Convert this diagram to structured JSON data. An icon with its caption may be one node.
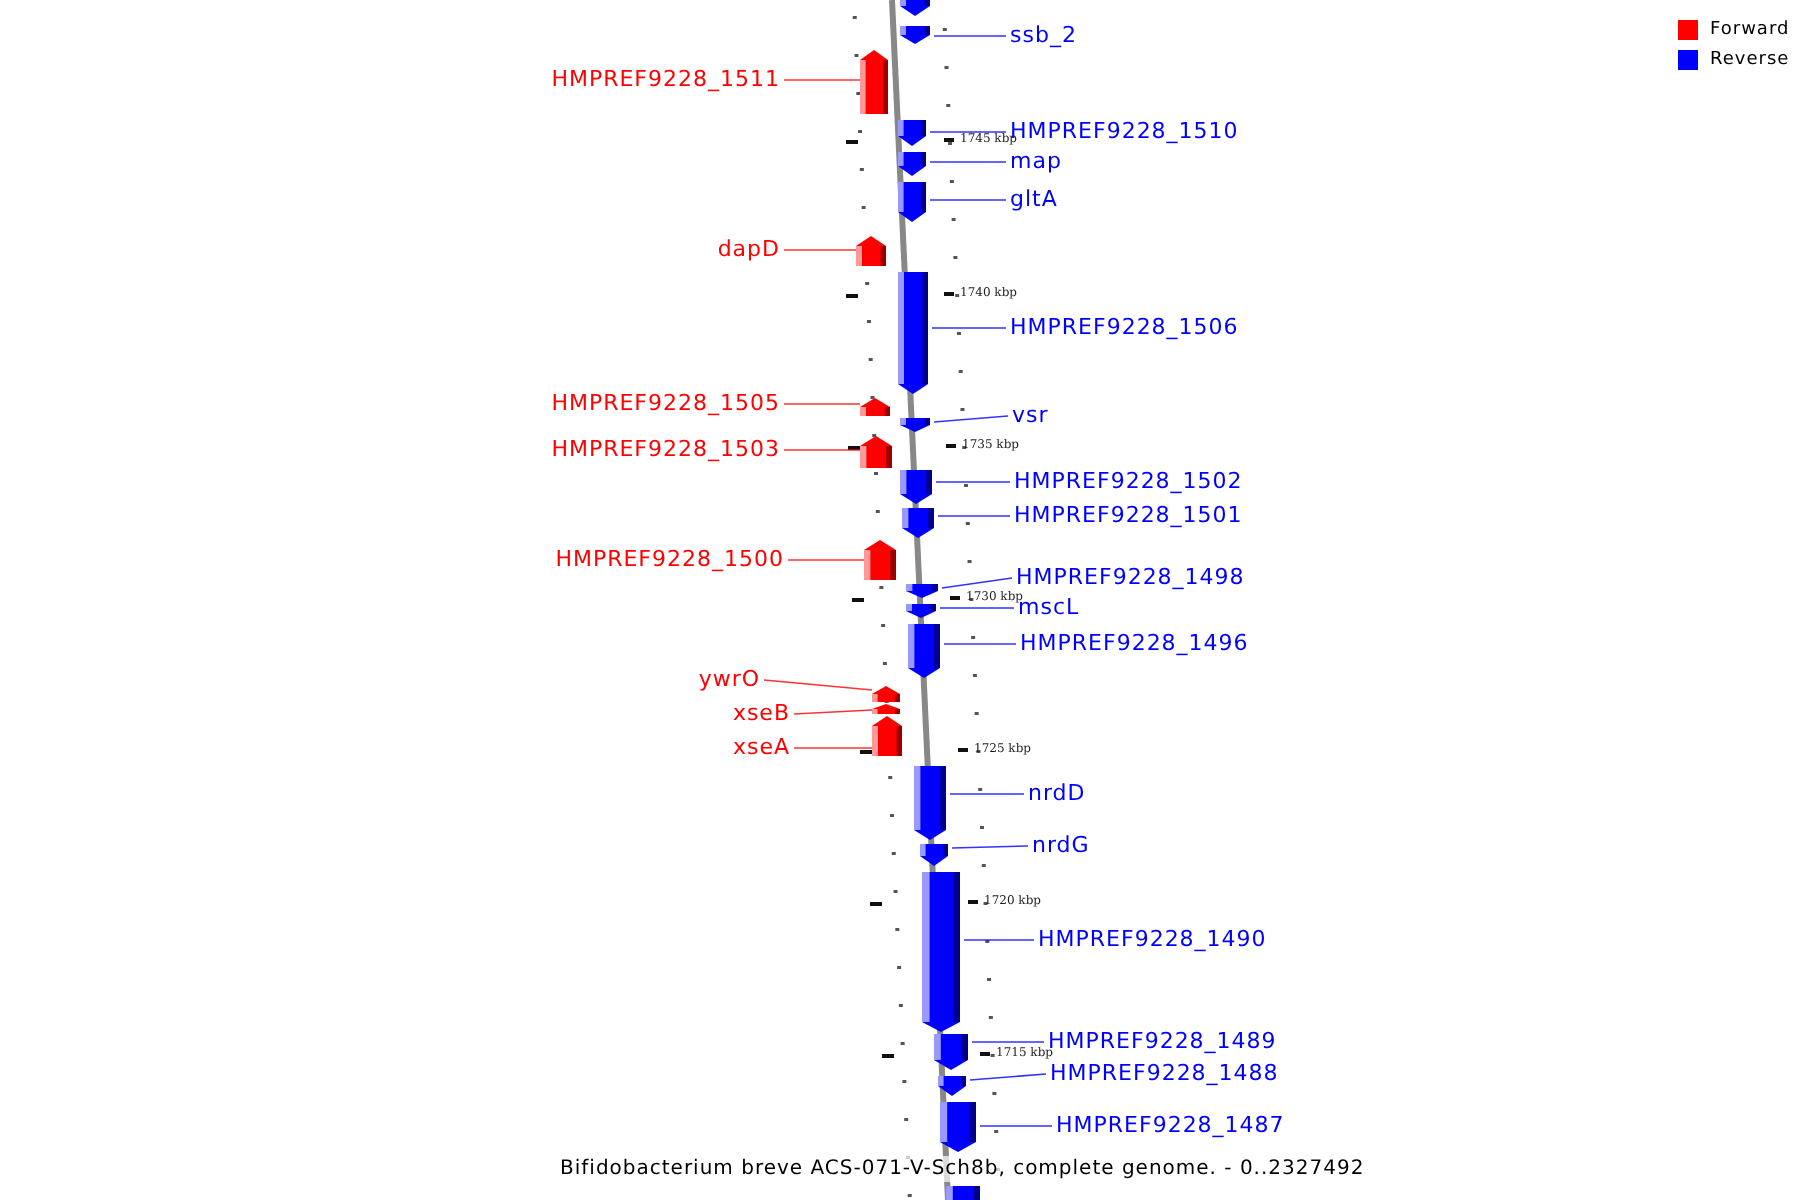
{
  "diagram": {
    "caption": "Bifidobacterium breve ACS-071-V-Sch8b, complete genome. - 0..2327492",
    "nodes": [
      {
        "text": [],
        "shape": "bar"
      },
      {
        "text": [
          "ssb_2"
        ]
      },
      {
        "text": [],
        "shape": "bar"
      },
      {
        "text": [
          "HMPREF9228_1511"
        ]
      },
      {
        "text": [],
        "shape": "bar"
      },
      {
        "text": [
          "HMPREF9228_1510"
        ]
      },
      {
        "text": [],
        "shape": "bar"
      },
      {
        "text": [
          "map"
        ]
      },
      {
        "text": [],
        "shape": "bar"
      },
      {
        "text": [
          "gltA"
        ]
      },
      {
        "text": [],
        "shape": "bar"
      },
      {
        "text": [
          "dapD"
        ]
      },
      {
        "text": [],
        "shape": "bar"
      },
      {
        "text": [
          "HMPREF9228_1506"
        ]
      },
      {
        "text": [],
        "shape": "bar"
      },
      {
        "text": [
          "HMPREF9228_1505"
        ]
      },
      {
        "text": [],
        "shape": "bar"
      },
      {
        "text": [
          "vsr"
        ]
      },
      {
        "text": [],
        "shape": "bar"
      },
      {
        "text": [
          "HMPREF9228_1503"
        ]
      },
      {
        "text": [],
        "shape": "bar"
      },
      {
        "text": [
          "HMPREF9228_1502"
        ]
      },
      {
        "text": [],
        "shape": "bar"
      },
      {
        "text": [
          "HMPREF9228_1501"
        ]
      },
      {
        "text": [],
        "shape": "bar"
      },
      {
        "text": [
          "HMPREF9228_1500"
        ]
      },
      {
        "text": [],
        "shape": "bar"
      },
      {
        "text": [
          "HMPREF9228_1498"
        ]
      },
      {
        "text": [],
        "shape": "bar"
      },
      {
        "text": [
          "mscL"
        ]
      },
      {
        "text": [],
        "shape": "bar"
      },
      {
        "text": [
          "HMPREF9228_1496"
        ]
      },
      {
        "text": [],
        "shape": "bar"
      },
      {
        "text": [
          "ywrO"
        ]
      },
      {
        "text": [],
        "shape": "bar"
      },
      {
        "text": [
          "xseB"
        ]
      },
      {
        "text": [],
        "shape": "bar"
      },
      {
        "text": [
          "xseA"
        ]
      },
      {
        "text": [],
        "shape": "bar"
      },
      {
        "text": [
          "nrdD"
        ]
      },
      {
        "text": [],
        "shape": "bar"
      },
      {
        "text": [
          "nrdG"
        ]
      },
      {
        "text": [],
        "shape": "bar"
      },
      {
        "text": [
          "HMPREF9228_1490"
        ]
      },
      {
        "text": [],
        "shape": "bar"
      },
      {
        "text": [
          "HMPREF9228_1489"
        ]
      },
      {
        "text": [],
        "shape": "bar"
      },
      {
        "text": [
          "HMPREF9228_1488"
        ]
      },
      {
        "text": [],
        "shape": "bar"
      },
      {
        "text": [
          "HMPREF9228_1487"
        ]
      },
      {
        "text": [],
        "shape": "bar"
      },
      {
        "text": [],
        "shape": "bar"
      }
    ],
    "edges": [
      {
        "from": 1,
        "to": 2,
        "arrow": "none"
      },
      {
        "from": 3,
        "to": 4,
        "arrow": "none",
        "color": "#ff0000"
      },
      {
        "from": 5,
        "to": 6,
        "arrow": "none"
      },
      {
        "from": 7,
        "to": 8,
        "arrow": "none"
      },
      {
        "from": 9,
        "to": 10,
        "arrow": "none"
      },
      {
        "from": 11,
        "to": 12,
        "arrow": "none",
        "color": "#ff0000"
      },
      {
        "from": 13,
        "to": 14,
        "arrow": "none"
      },
      {
        "from": 15,
        "to": 16,
        "arrow": "none",
        "color": "#ff0000"
      },
      {
        "from": 17,
        "to": 18,
        "arrow": "none"
      },
      {
        "from": 19,
        "to": 20,
        "arrow": "none",
        "color": "#ff0000"
      },
      {
        "from": 21,
        "to": 22,
        "arrow": "none"
      },
      {
        "from": 23,
        "to": 24,
        "arrow": "none"
      },
      {
        "from": 25,
        "to": 26,
        "arrow": "none",
        "color": "#ff0000"
      },
      {
        "from": 27,
        "to": 28,
        "arrow": "none"
      },
      {
        "from": 29,
        "to": 30,
        "arrow": "none"
      },
      {
        "from": 31,
        "to": 32,
        "arrow": "none"
      },
      {
        "from": 33,
        "to": 34,
        "arrow": "none",
        "color": "#ff0000"
      },
      {
        "from": 35,
        "to": 36,
        "arrow": "none",
        "color": "#ff0000"
      },
      {
        "from": 37,
        "to": 38,
        "arrow": "none",
        "color": "#ff0000"
      },
      {
        "from": 39,
        "to": 40,
        "arrow": "none"
      },
      {
        "from": 41,
        "to": 42,
        "arrow": "none"
      },
      {
        "from": 43,
        "to": 44,
        "arrow": "none"
      },
      {
        "from": 45,
        "to": 46,
        "arrow": "none"
      },
      {
        "from": 47,
        "to": 48,
        "arrow": "none"
      },
      {
        "from": 49,
        "to": 50,
        "arrow": "none"
      }
    ],
    "labels": [
      "1745 kbp",
      "1740 kbp",
      "1735 kbp",
      "1730 kbp",
      "1725 kbp",
      "1720 kbp",
      "1715 kbp"
    ],
    "legend": [
      {
        "text": "Forward",
        "color": "#ff0000"
      },
      {
        "text": "Reverse",
        "color": "#0000ff"
      }
    ]
  }
}
